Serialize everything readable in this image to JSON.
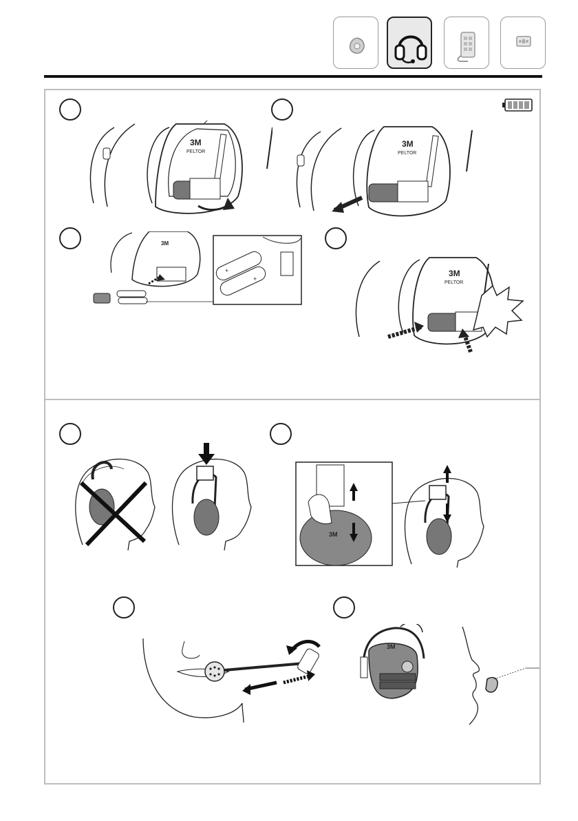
{
  "header": {
    "tabs": [
      {
        "icon": "earplug-icon",
        "active": false
      },
      {
        "icon": "headset-icon",
        "active": true
      },
      {
        "icon": "radio-device-icon",
        "active": false
      },
      {
        "icon": "module-icon",
        "active": false
      }
    ]
  },
  "battery_panel": {
    "battery_icon": "battery-full-icon",
    "steps": [
      {
        "illustration": "open-battery-cover"
      },
      {
        "illustration": "slide-out-battery-holder"
      },
      {
        "illustration": "insert-aa-batteries"
      },
      {
        "illustration": "click-battery-cover-shut"
      }
    ],
    "brand_text": "3M",
    "sub_brand_text": "PELTOR"
  },
  "fitting_panel": {
    "steps": [
      {
        "illustration": "headband-placement"
      },
      {
        "illustration": "height-adjustment"
      },
      {
        "illustration": "boom-microphone-position"
      },
      {
        "illustration": "microphone-distance"
      }
    ]
  },
  "colors": {
    "line": "#222222",
    "panel_border": "#bdbdbd",
    "active_tab": "#e9e9e9"
  }
}
